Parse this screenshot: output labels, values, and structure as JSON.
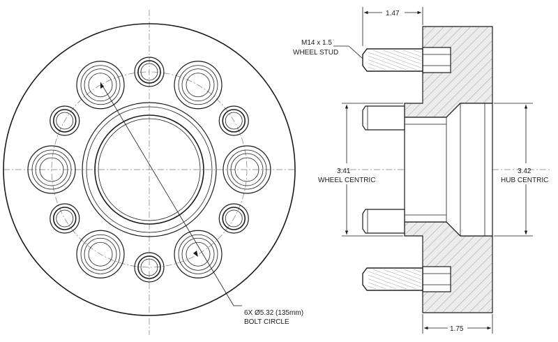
{
  "front_view": {
    "bolt_circle_note_line1": "6X Ø5.32 (135mm)",
    "bolt_circle_note_line2": "BOLT CIRCLE"
  },
  "side_view": {
    "thread_note_line1": "M14 x 1.5",
    "thread_note_line2": "WHEEL STUD",
    "dim_top": "1.47",
    "dim_bottom": "1.75",
    "wheel_centric_value": "3.41",
    "wheel_centric_label": "WHEEL CENTRIC",
    "hub_centric_value": "3.42",
    "hub_centric_label": "HUB CENTRIC"
  }
}
